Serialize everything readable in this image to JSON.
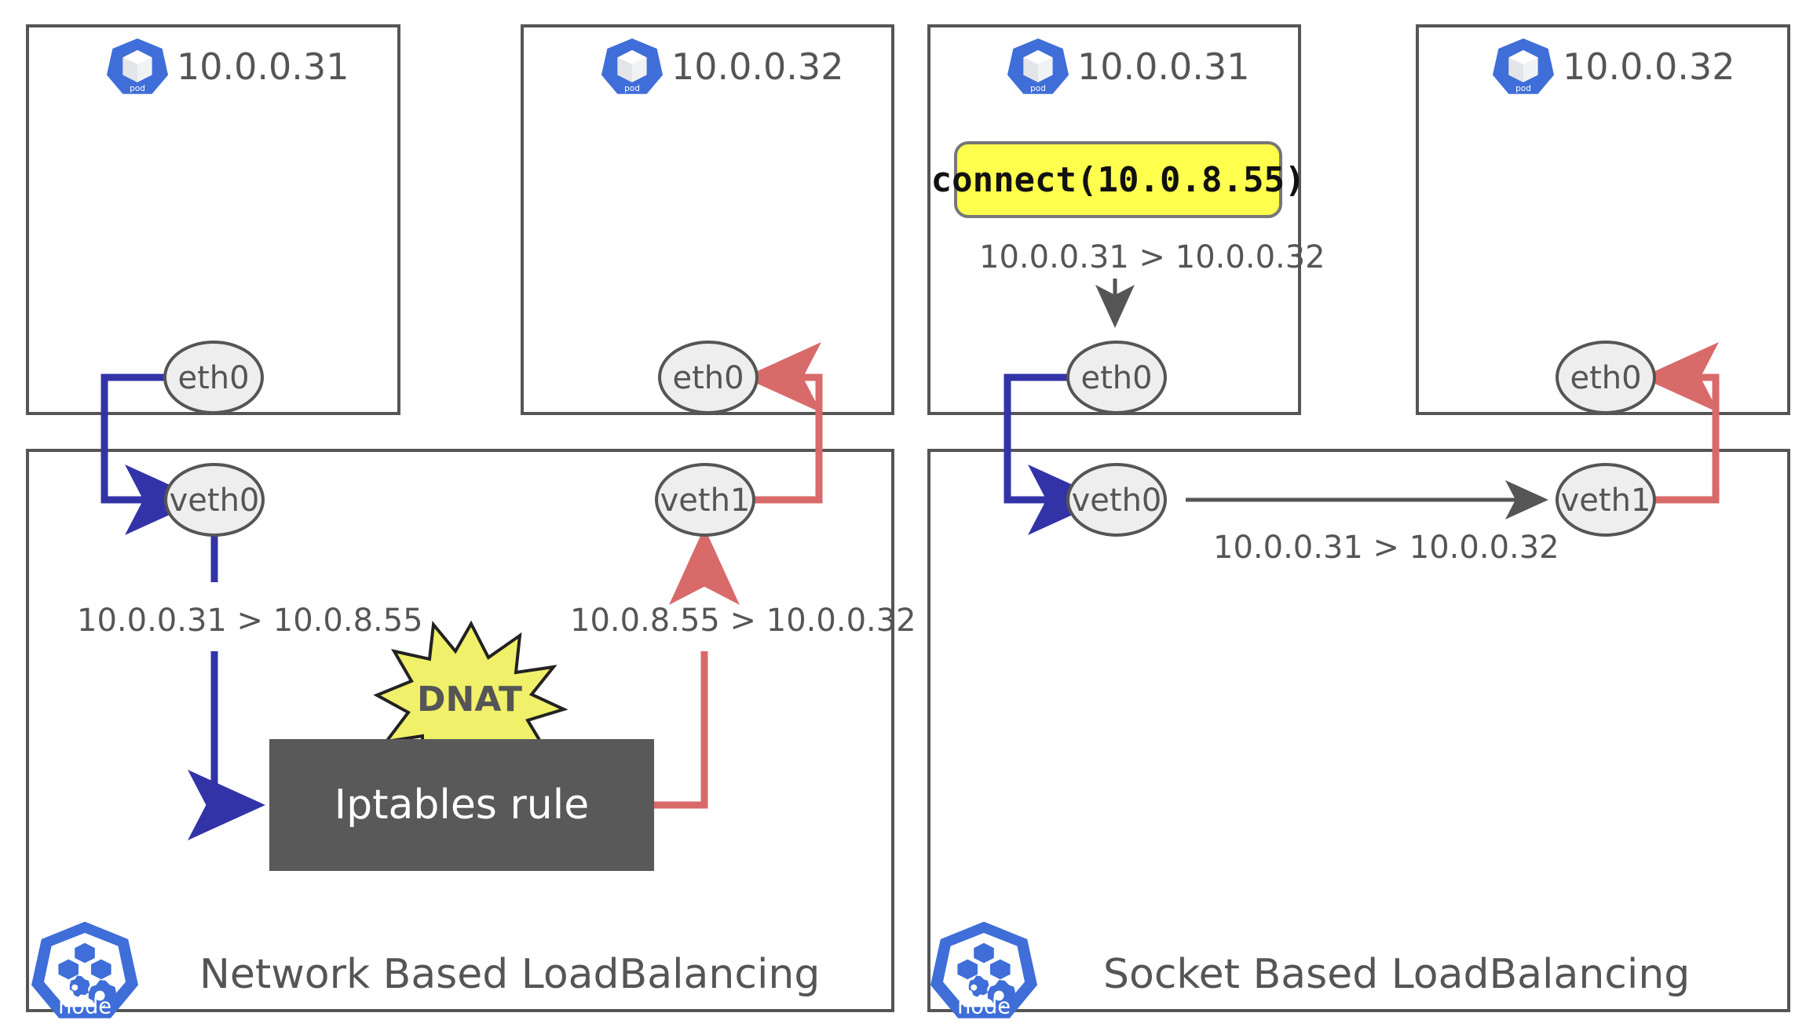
{
  "diagram": {
    "title_left": "Network Based LoadBalancing",
    "title_right": "Socket Based LoadBalancing"
  },
  "colors": {
    "k8s_blue": "#3f6ed8",
    "blue_arrow": "#3333a8",
    "red_arrow": "#d96a6a",
    "gray_stroke": "#555555",
    "ellipse_fill": "#eeeeee",
    "dnat_fill": "#f0f06a",
    "connect_fill": "#ffff4d",
    "iptables_fill": "#595959"
  },
  "icons": {
    "pod": "pod-icon",
    "pod_label": "pod",
    "node": "node-icon",
    "node_label": "node"
  },
  "left_panel": {
    "pods": [
      {
        "ip": "10.0.0.31",
        "iface": "eth0"
      },
      {
        "ip": "10.0.0.32",
        "iface": "eth0"
      }
    ],
    "node": {
      "veth_left": "veth0",
      "veth_right": "veth1",
      "iptables_label": "Iptables rule",
      "dnat_label": "DNAT",
      "flow_out": "10.0.0.31 > 10.0.8.55",
      "flow_in": "10.0.8.55 > 10.0.0.32"
    }
  },
  "right_panel": {
    "pods": [
      {
        "ip": "10.0.0.31",
        "iface": "eth0"
      },
      {
        "ip": "10.0.0.32",
        "iface": "eth0"
      }
    ],
    "connect_call": "connect(10.0.8.55)",
    "connect_flow": "10.0.0.31 > 10.0.0.32",
    "node": {
      "veth_left": "veth0",
      "veth_right": "veth1",
      "flow": "10.0.0.31 > 10.0.0.32"
    }
  }
}
